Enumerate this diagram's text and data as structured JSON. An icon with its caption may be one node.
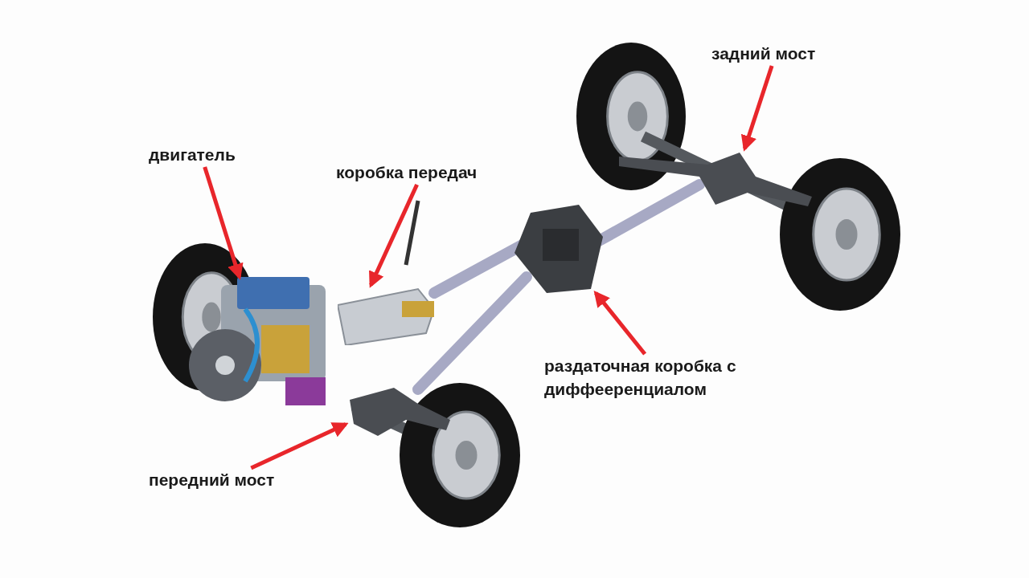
{
  "diagram": {
    "nodes": [
      {
        "text": [
          "двигатель"
        ]
      },
      {
        "text": [
          "коробка передач"
        ]
      },
      {
        "text": [
          "задний мост"
        ]
      },
      {
        "text": [
          "раздаточная коробка с диффееренциалом"
        ]
      },
      {
        "text": [
          "передний мост"
        ]
      },
      {
        "text": [],
        "shape": "picture"
      },
      {
        "text": [],
        "shape": "picture"
      },
      {
        "text": [],
        "shape": "picture"
      },
      {
        "text": [],
        "shape": "picture"
      },
      {
        "text": [],
        "shape": "picture"
      }
    ],
    "edges": [
      {
        "from": 0,
        "to": 5,
        "arrow": "to"
      },
      {
        "from": 1,
        "to": 6,
        "arrow": "to"
      },
      {
        "from": 2,
        "to": 7,
        "arrow": "to"
      },
      {
        "from": 3,
        "to": 8,
        "arrow": "to"
      },
      {
        "from": 4,
        "to": 9,
        "arrow": "to"
      }
    ]
  }
}
